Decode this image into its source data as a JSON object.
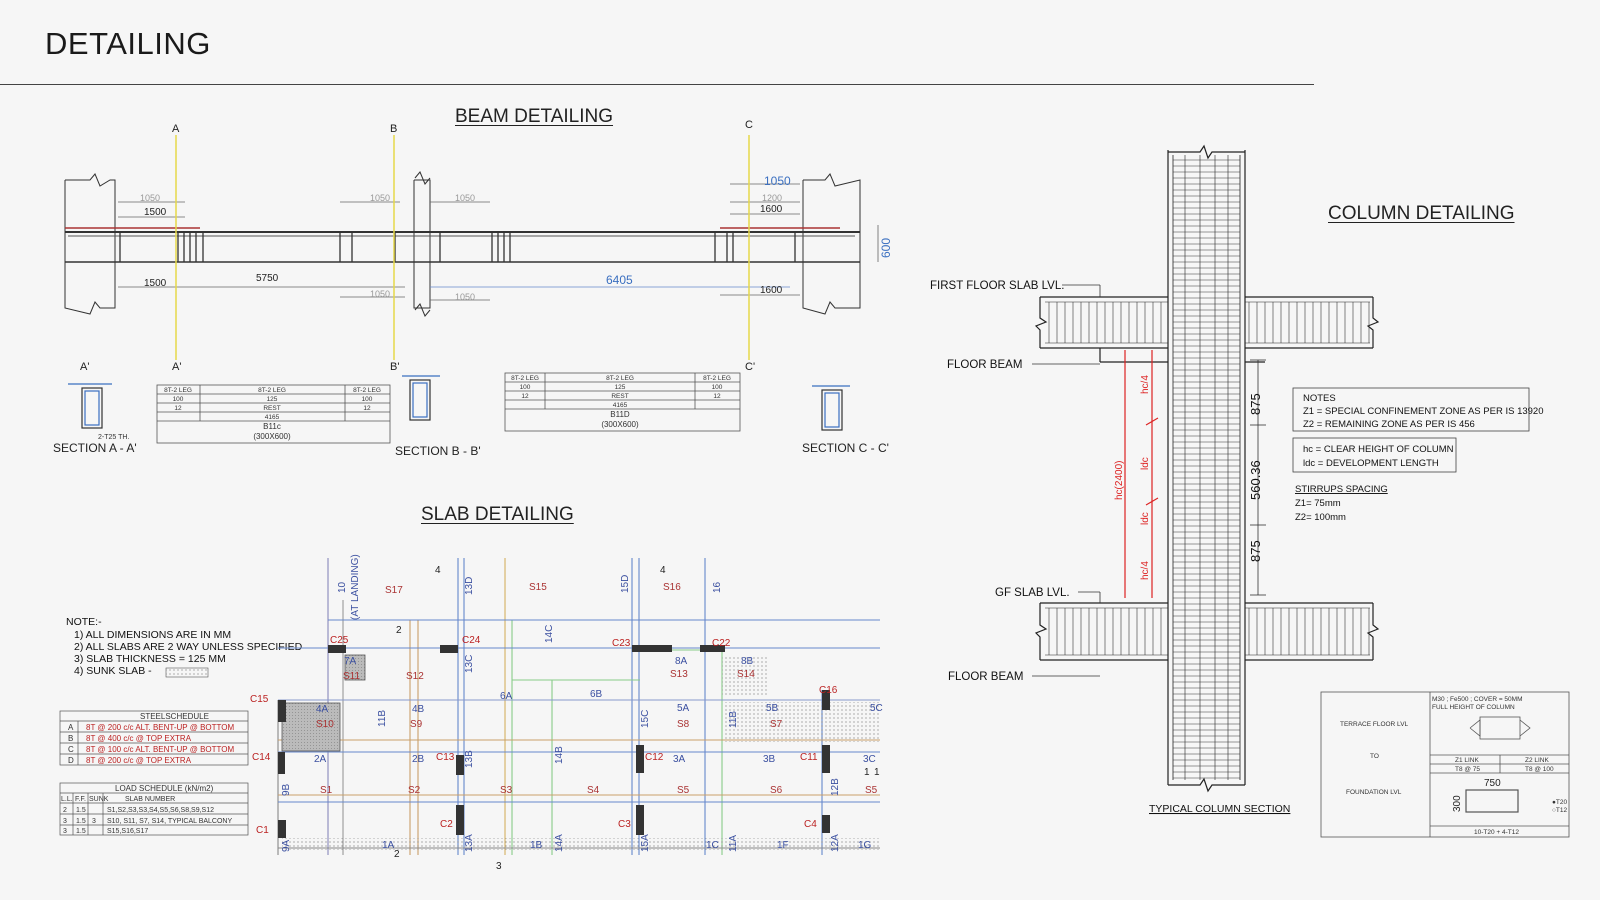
{
  "page": {
    "title": "DETAILING",
    "beam_title": "BEAM DETAILING",
    "slab_title": "SLAB DETAILING",
    "column_title": "COLUMN DETAILING"
  },
  "beam": {
    "grid_top": [
      "A",
      "B",
      "C"
    ],
    "grid_bottom": [
      "A'",
      "A'",
      "B'",
      "C'"
    ],
    "dims": {
      "d1050a": "1050",
      "d1500a": "1500",
      "d1050b": "1050",
      "d1050c": "1050",
      "d1050blue": "1050",
      "d1200": "1200",
      "d1600a": "1600",
      "d1500b": "1500",
      "d5750": "5750",
      "d1050d": "1050",
      "d1050e": "1050",
      "d6405": "6405",
      "d1600b": "1600",
      "d600": "600"
    },
    "sections": [
      "SECTION A - A'",
      "SECTION B - B'",
      "SECTION C - C'"
    ],
    "sec_a_note": "2-T25 TH.",
    "table1": {
      "h1": "8T-2 LEG",
      "h2": "8T-2 LEG",
      "h3": "8T-2 LEG",
      "r1": [
        "100",
        "125",
        "100"
      ],
      "r2": [
        "12",
        "REST",
        "12"
      ],
      "r3": "4165",
      "r4": "B11c",
      "r5": "(300X600)"
    },
    "table2": {
      "h1": "8T-2 LEG",
      "h2": "8T-2 LEG",
      "h3": "8T-2 LEG",
      "r1": [
        "100",
        "125",
        "100"
      ],
      "r2": [
        "12",
        "REST",
        "12"
      ],
      "r3": "4165",
      "r4": "B11D",
      "r5": "(300X600)"
    }
  },
  "slab": {
    "note_title": "NOTE:-",
    "notes": [
      "1)   ALL DIMENSIONS ARE IN MM",
      "2)   ALL SLABS ARE  2 WAY UNLESS SPECIFIED",
      "3)   SLAB THICKNESS = 125 MM",
      "4)   SUNK SLAB -"
    ],
    "steel_title": "STEELSCHEDULE",
    "steel_rows": [
      [
        "A",
        "8T @ 200 c/c ALT. BENT-UP @ BOTTOM"
      ],
      [
        "B",
        "8T @ 400 c/c @ TOP EXTRA"
      ],
      [
        "C",
        "8T @ 100 c/c ALT. BENT-UP @ BOTTOM"
      ],
      [
        "D",
        "8T @ 200 c/c @ TOP EXTRA"
      ]
    ],
    "load_title": "LOAD SCHEDULE  (kN/m2)",
    "load_header": [
      "L.L.",
      "F.F.",
      "SUNK",
      "SLAB NUMBER"
    ],
    "load_rows": [
      [
        "2",
        "1.5",
        "",
        "S1,S2,S3,S3,S4,S5,S6,S8,S9,S12"
      ],
      [
        "3",
        "1.5",
        "3",
        "S10, S11, S7, S14, TYPICAL BALCONY"
      ],
      [
        "3",
        "1.5",
        "",
        "S15,S16,S17"
      ]
    ],
    "columns": [
      "C25",
      "C24",
      "C23",
      "C22",
      "C15",
      "C16",
      "C14",
      "C13",
      "C12",
      "C11",
      "C1",
      "C2",
      "C3",
      "C4"
    ],
    "slabs": [
      "S17",
      "S15",
      "S16",
      "S11",
      "S12",
      "S13",
      "S14",
      "S10",
      "S9",
      "S8",
      "S7",
      "S1",
      "S2",
      "S3",
      "S4",
      "S5",
      "S6",
      "S5"
    ],
    "bays": [
      "7A",
      "8A",
      "8B",
      "4A",
      "4B",
      "6A",
      "6B",
      "5A",
      "5B",
      "5C",
      "2A",
      "2B",
      "3A",
      "3B",
      "3C",
      "1A",
      "1B",
      "1C",
      "1F",
      "1G"
    ],
    "grid_labels": [
      "9A",
      "13A",
      "14A",
      "15A",
      "11A",
      "12A",
      "9B",
      "11B",
      "13B",
      "14B",
      "15C",
      "11B",
      "12B",
      "13D",
      "15D",
      "14C",
      "13C",
      "16",
      "10",
      "(AT LANDING)"
    ],
    "markers": [
      "1",
      "2",
      "3",
      "4",
      "4",
      "1",
      "2"
    ]
  },
  "column": {
    "first_floor": "FIRST FLOOR SLAB LVL.",
    "floor_beam_1": "FLOOR BEAM",
    "gf_slab": "GF SLAB LVL.",
    "floor_beam_2": "FLOOR BEAM",
    "dims": {
      "top": "875",
      "mid": "560.36",
      "bot": "875"
    },
    "red_labels": {
      "hc4a": "hc/4",
      "ldc1": "ldc",
      "hc2400": "hc(2400)",
      "ldc2": "ldc",
      "hc4b": "hc/4"
    },
    "notes_title": "NOTES",
    "notes_lines": [
      "Z1 = SPECIAL CONFINEMENT ZONE AS PER IS 13920",
      "Z2 = REMAINING ZONE AS PER IS 456"
    ],
    "legend_lines": [
      "hc = CLEAR HEIGHT OF COLUMN",
      "ldc = DEVELOPMENT LENGTH"
    ],
    "stirrups_title": "STIRRUPS SPACING",
    "stirrups_lines": [
      "Z1= 75mm",
      "Z2= 100mm"
    ],
    "section_label": "TYPICAL COLUMN SECTION",
    "box": {
      "header1": "M30 ; Fe500 ; COVER = 50MM",
      "header2": "FULL HEIGHT OF COLUMN",
      "terrace": "TERRACE FLOOR LVL",
      "to": "TO",
      "foundation": "FOUNDATION LVL",
      "z1": "Z1 LINK",
      "z2": "Z2 LINK",
      "z1v": "T8 @ 75",
      "z2v": "T8 @ 100",
      "w750": "750",
      "h300": "300",
      "t20": "●T20",
      "t12": "○T12",
      "bars": "10-T20 + 4-T12"
    }
  }
}
